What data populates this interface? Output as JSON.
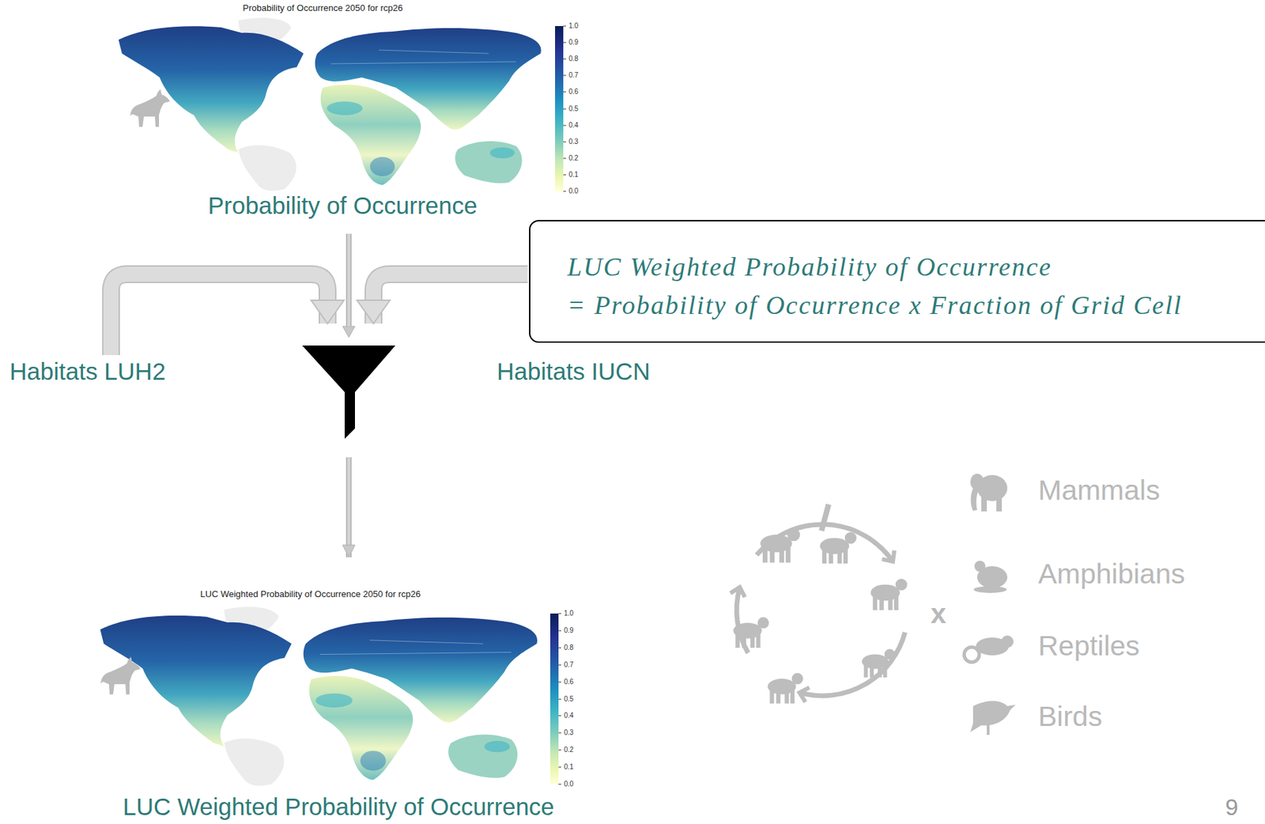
{
  "diagram": {
    "nodes": [
      {
        "text": [
          "Probability of Occurrence 2050 for rcp26",
          "Probability of Occurrence"
        ]
      },
      {
        "text": [
          "Habitats LUH2"
        ]
      },
      {
        "text": [
          "LUC Weighted Probability of Occurrence",
          "= Probability of Occurrence x Fraction of Grid Cell"
        ]
      },
      {
        "text": [
          "LUC Weighted Probability of Occurrence 2050 for rcp26",
          "LUC Weighted Probability of Occurrence"
        ]
      }
    ],
    "edges": [
      {
        "from": 0,
        "to": 3,
        "arrow": "to"
      },
      {
        "from": 1,
        "to": 3,
        "arrow": "to"
      },
      {
        "from": 2,
        "to": 3,
        "arrow": "to"
      }
    ],
    "labels": [
      "1.0",
      "0.9",
      "0.8",
      "0.7",
      "0.6",
      "0.5",
      "0.4",
      "0.3",
      "0.2",
      "0.1",
      "0.0",
      "Habitats IUCN",
      "1.0",
      "0.9",
      "0.8",
      "0.7",
      "0.6",
      "0.5",
      "0.4",
      "0.3",
      "0.2",
      "0.1",
      "0.0",
      "x",
      "Mammals",
      "Amphibians",
      "Reptiles",
      "Birds",
      "9"
    ]
  }
}
